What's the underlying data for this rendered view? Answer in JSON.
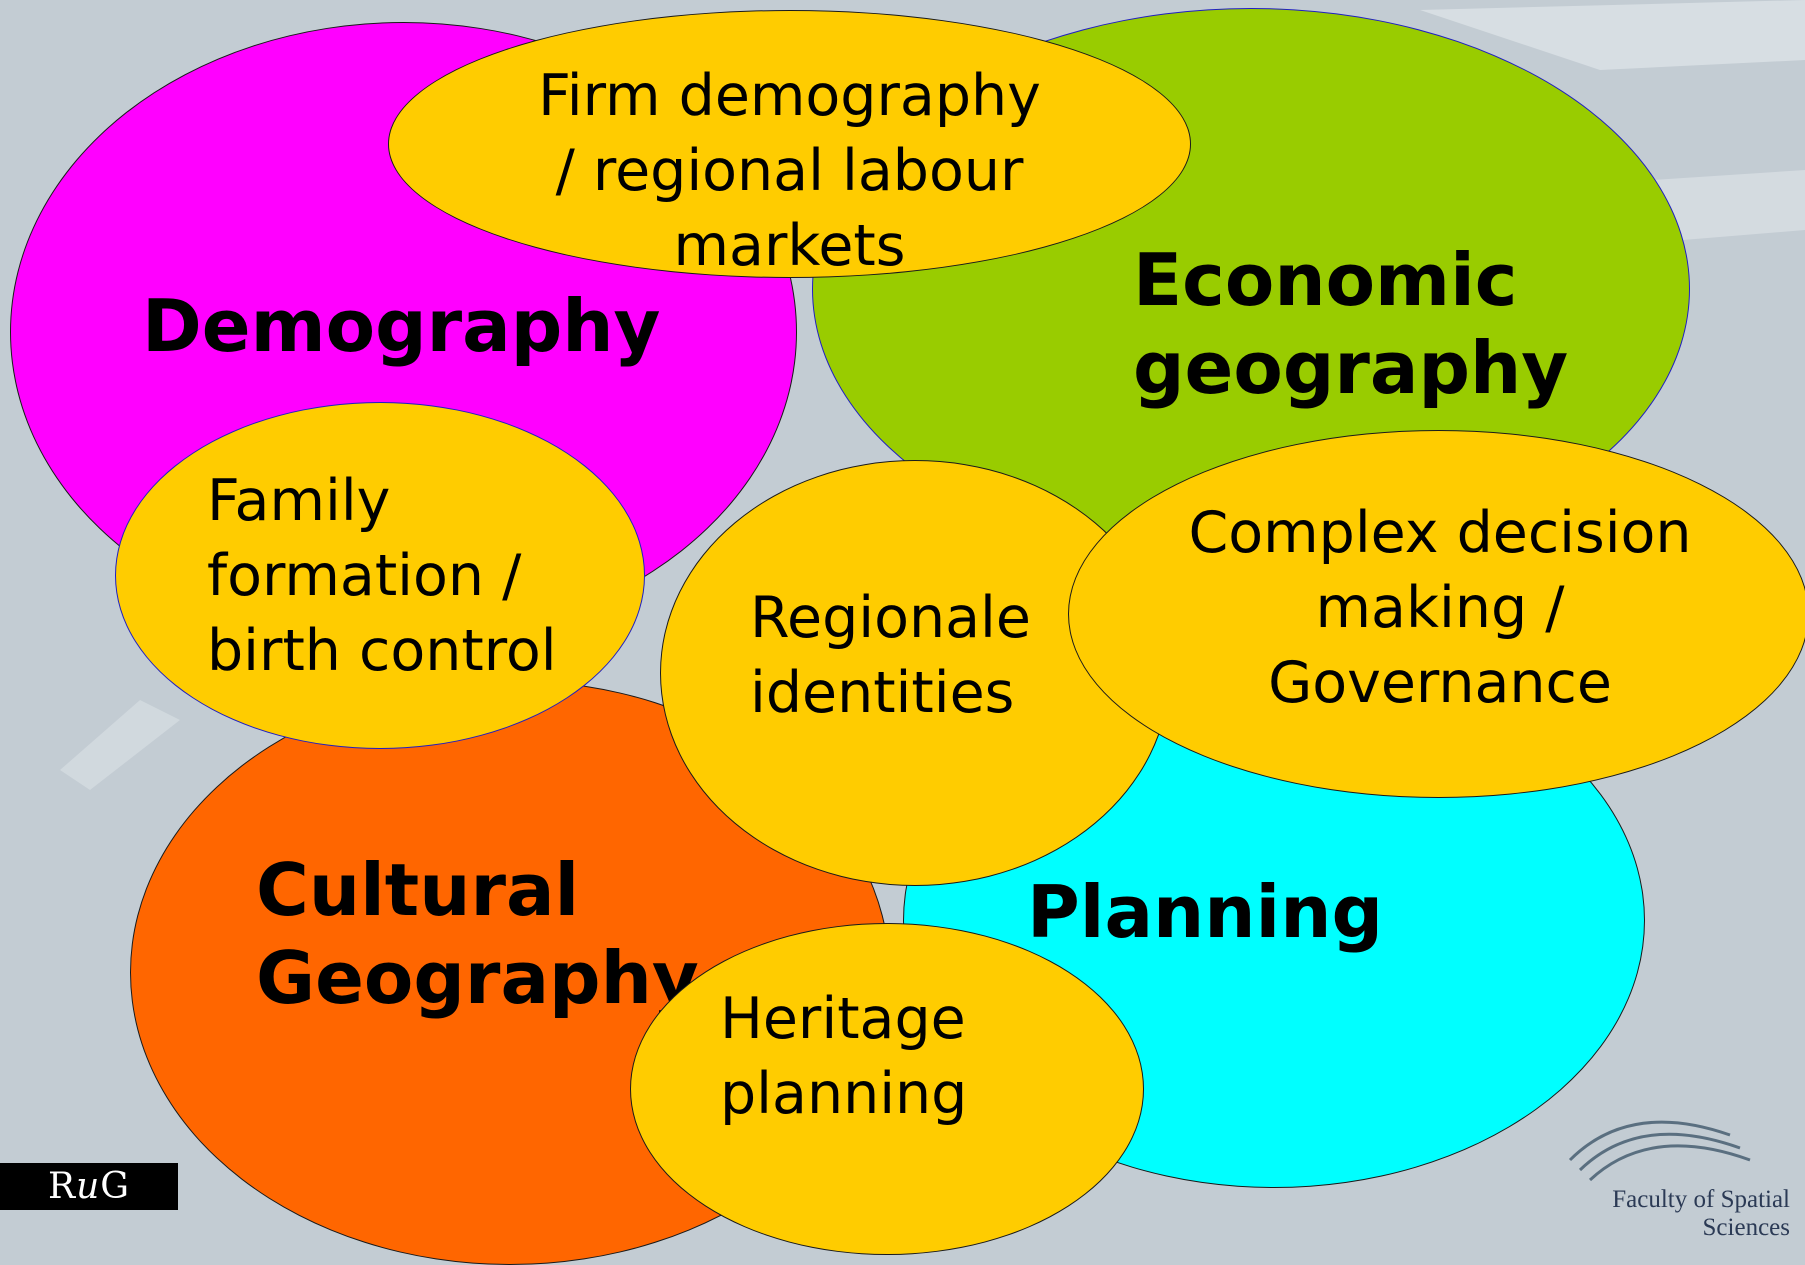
{
  "diagram": {
    "circles": {
      "demography": {
        "label": "Demography",
        "color": "#ff00ff"
      },
      "economic": {
        "label_lines": [
          "Economic",
          "geography"
        ],
        "color": "#99cc00"
      },
      "cultural": {
        "label_lines": [
          "Cultural",
          "Geography"
        ],
        "color": "#ff6600"
      },
      "planning": {
        "label": "Planning",
        "color": "#00ffff"
      }
    },
    "overlaps": {
      "firm": {
        "lines": [
          "Firm demography",
          "/ regional labour",
          "markets"
        ],
        "color": "#ffcc00"
      },
      "family": {
        "lines": [
          "Family",
          "formation /",
          "birth control"
        ],
        "color": "#ffcc00"
      },
      "regional": {
        "lines": [
          "Regionale",
          "identities"
        ],
        "color": "#ffcc00"
      },
      "complex": {
        "lines": [
          "Complex decision",
          "making /",
          "Governance"
        ],
        "color": "#ffcc00"
      },
      "heritage": {
        "lines": [
          "Heritage",
          "planning"
        ],
        "color": "#ffcc00"
      }
    }
  },
  "footer": {
    "logo": {
      "r": "R",
      "u": "u",
      "g": "G"
    },
    "faculty": "Faculty of Spatial Sciences"
  }
}
